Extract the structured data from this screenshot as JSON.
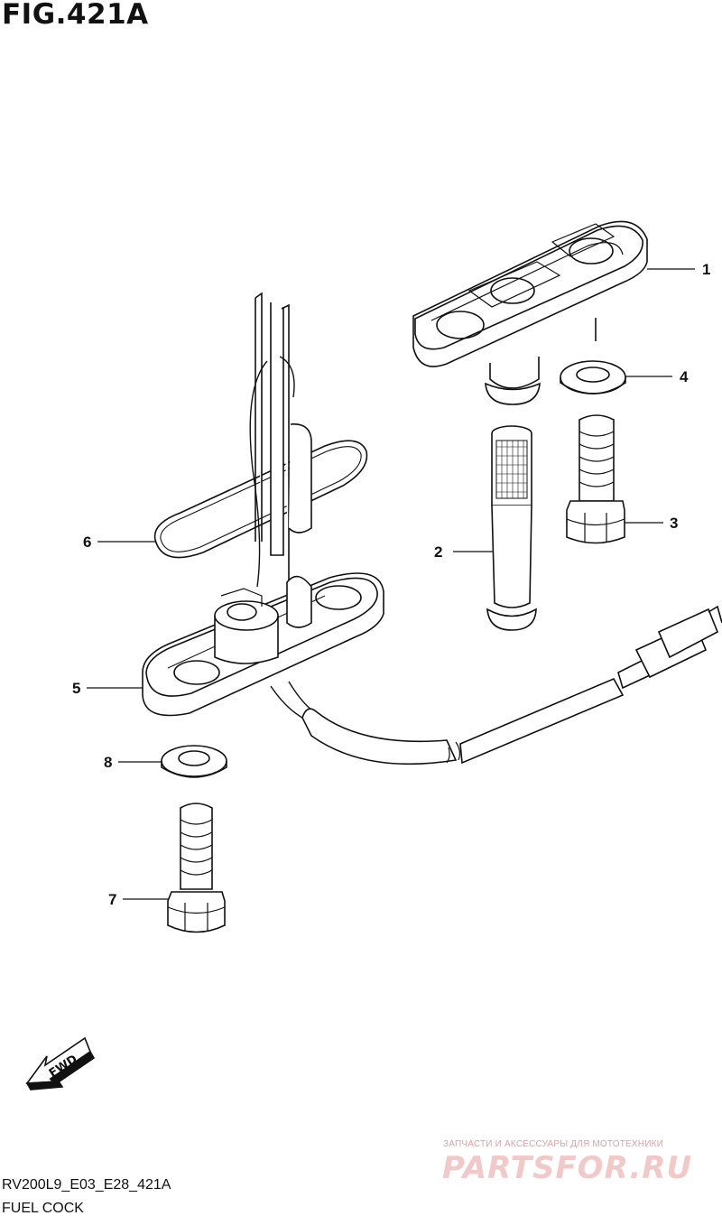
{
  "figure": {
    "title": "FIG.421A",
    "model_code": "RV200L9_E03_E28_421A",
    "section_name": "FUEL COCK"
  },
  "callouts": [
    {
      "number": "1"
    },
    {
      "number": "2"
    },
    {
      "number": "3"
    },
    {
      "number": "4"
    },
    {
      "number": "5"
    },
    {
      "number": "6"
    },
    {
      "number": "7"
    },
    {
      "number": "8"
    }
  ],
  "direction_marker": {
    "label": "FWD",
    "icon": "forward-arrow-icon"
  },
  "watermark": {
    "subtitle": "ЗАПЧАСТИ И АКСЕССУАРЫ ДЛЯ МОТОТЕХНИКИ",
    "brand": "PARTSFOR.RU",
    "color": "#e8a0a0"
  },
  "colors": {
    "line": "#111111",
    "background": "#ffffff"
  }
}
